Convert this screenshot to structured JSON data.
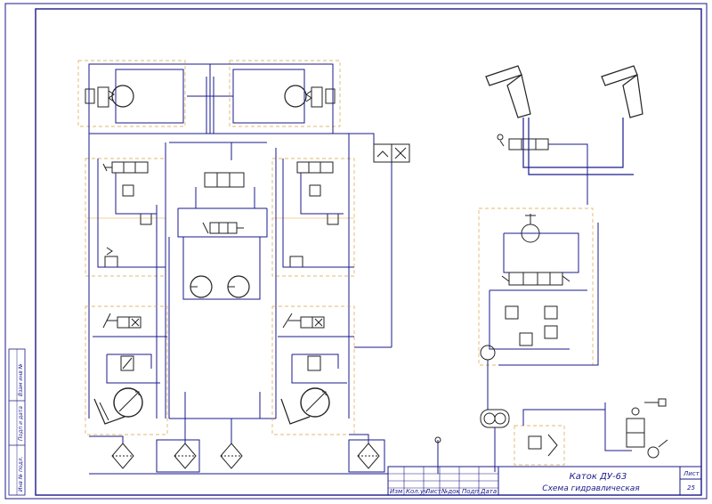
{
  "title_block": {
    "title_line1": "Каток ДУ-63",
    "title_line2": "Схема гидравлическая",
    "sheet_label": "Лист",
    "sheet_number": "25",
    "col_izm": "Изм",
    "col_kol": "Кол.уч",
    "col_list": "Лист",
    "col_ndok": "№док",
    "col_podp": "Подп",
    "col_data": "Дата"
  },
  "side_stamp": {
    "inv_podl": "Инв № подл.",
    "podp_data": "Подп и дата",
    "vzam_inv": "Взам инв №"
  },
  "colors": {
    "line": "#1a1a8c",
    "frame": "#1a1a8c",
    "dash_box": "#d9a440",
    "element": "#222222"
  }
}
